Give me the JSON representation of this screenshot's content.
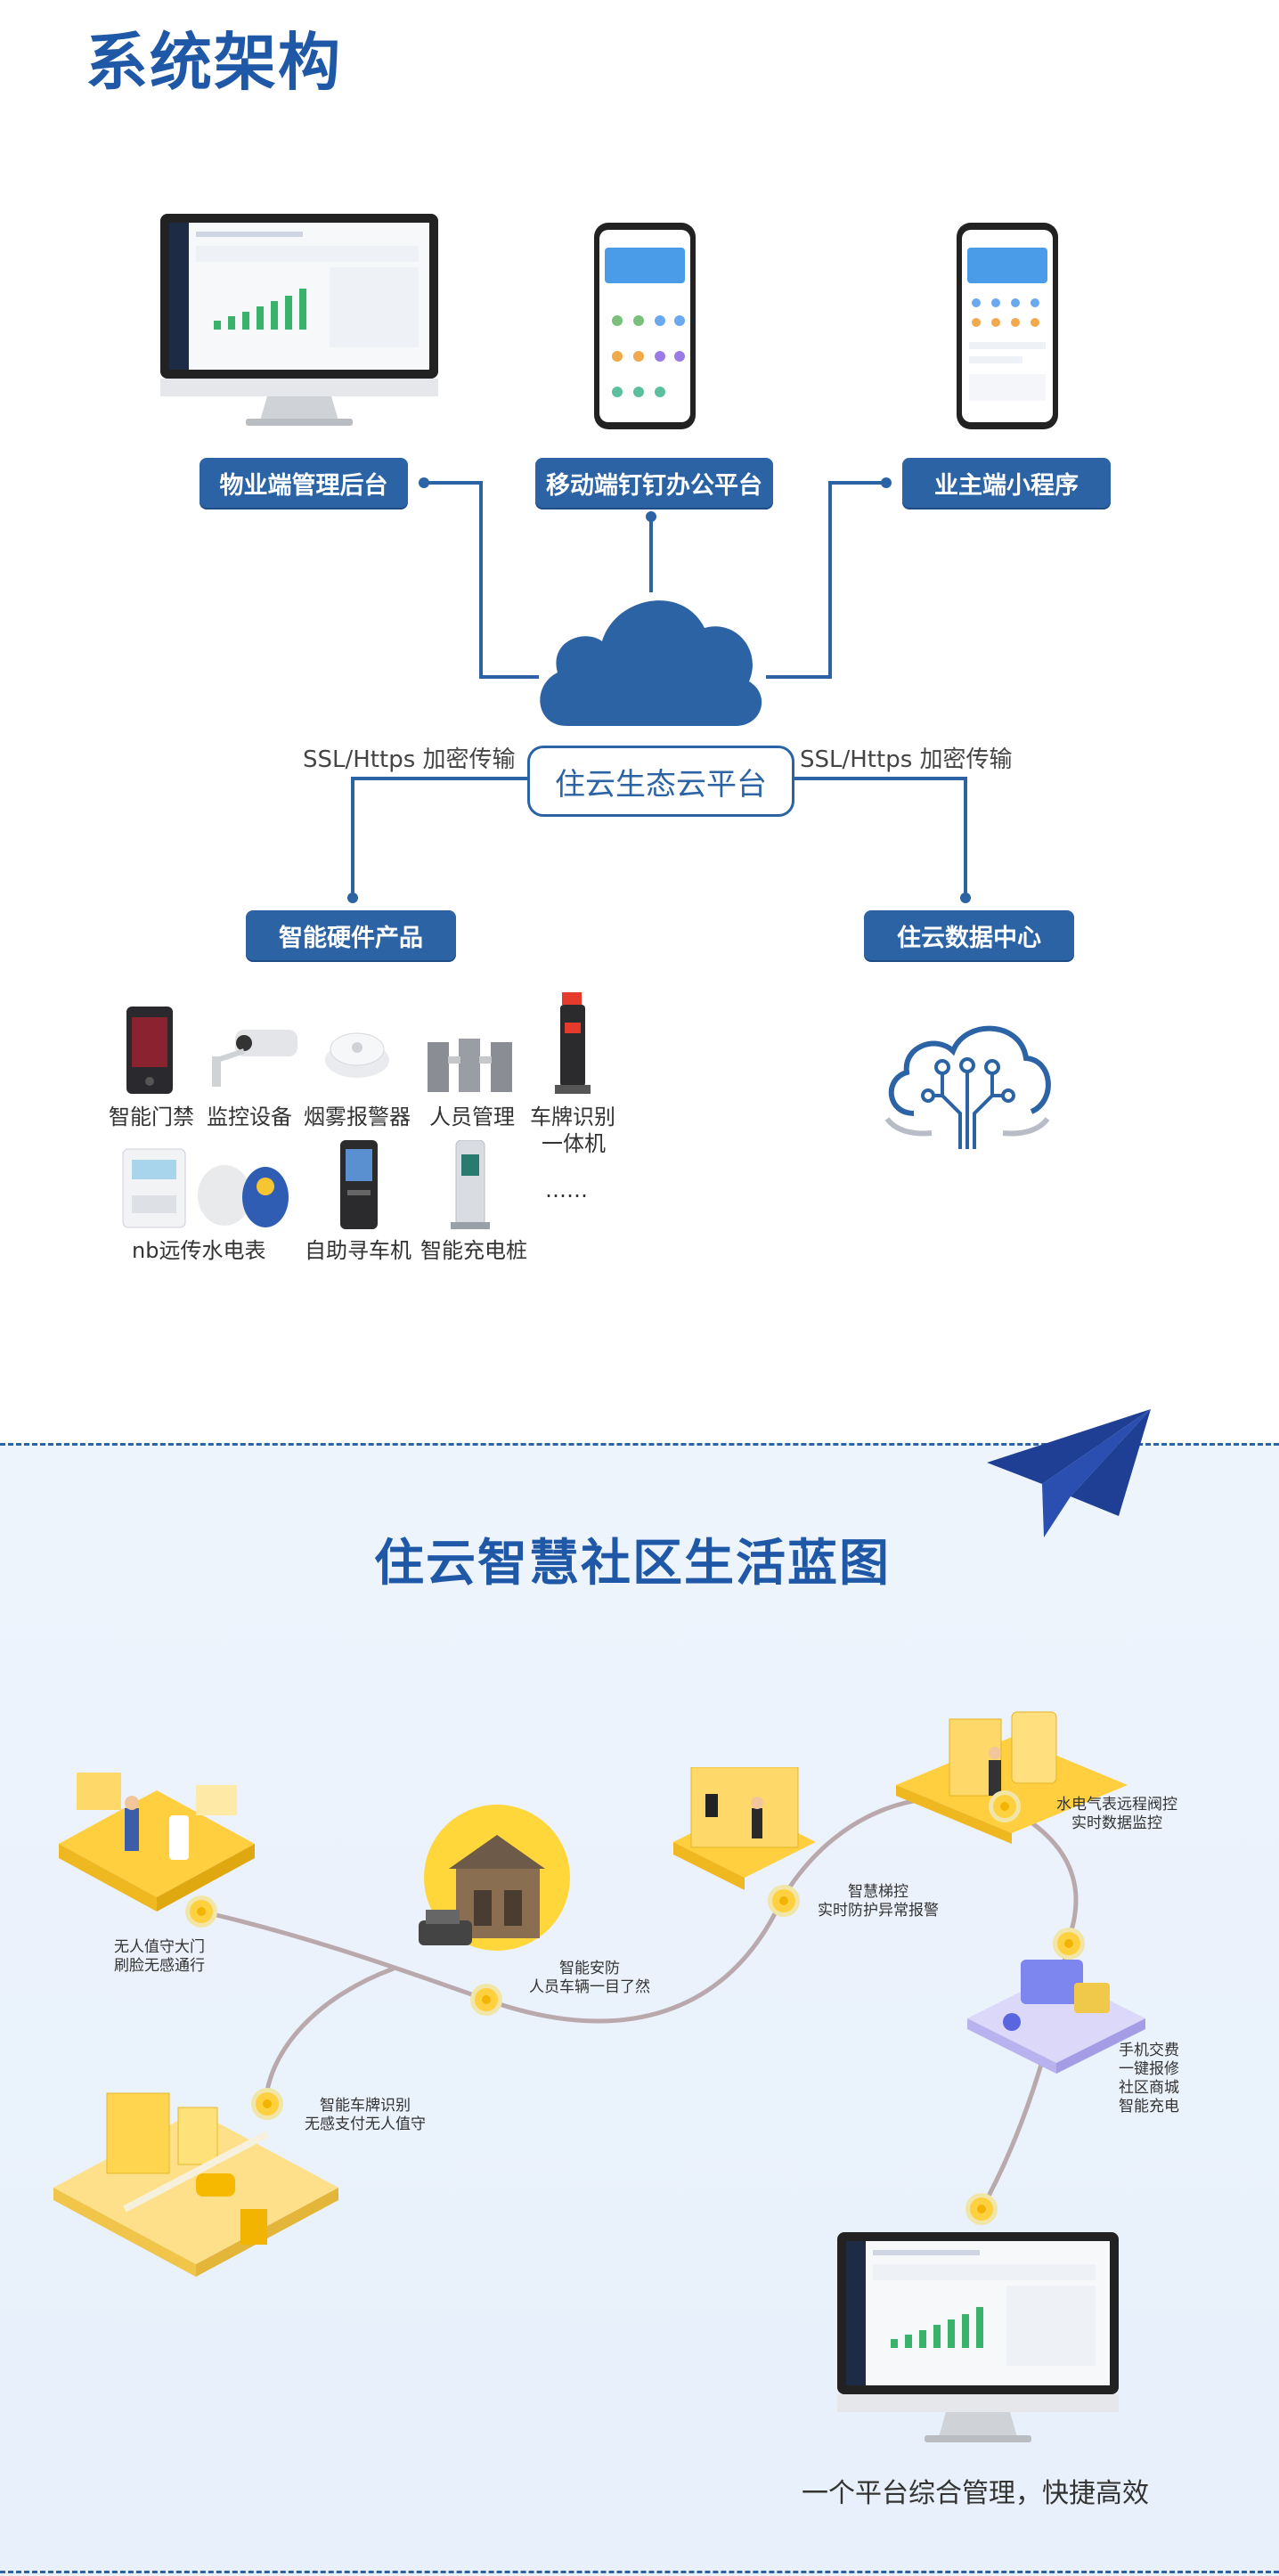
{
  "arch": {
    "title": "系统架构",
    "terminals": {
      "property_admin": "物业端管理后台",
      "dingtalk": "移动端钉钉办公平台",
      "owner_miniapp": "业主端小程序"
    },
    "ssl_left": "SSL/Https 加密传输",
    "ssl_right": "SSL/Https 加密传输",
    "platform": "住云生态云平台",
    "hardware_title": "智能硬件产品",
    "datacenter_title": "住云数据中心",
    "devices": {
      "access": "智能门禁",
      "camera": "监控设备",
      "smoke": "烟雾报警器",
      "staff": "人员管理",
      "plate_line1": "车牌识别",
      "plate_line2": "一体机",
      "meter": "nb远传水电表",
      "kiosk": "自助寻车机",
      "charger": "智能充电桩",
      "more": "……"
    }
  },
  "blueprint": {
    "title": "住云智慧社区生活蓝图",
    "nodes": {
      "gate_1": "无人值守大门",
      "gate_2": "刷脸无感通行",
      "security_1": "智能安防",
      "security_2": "人员车辆一目了然",
      "elevator_1": "智慧梯控",
      "elevator_2": "实时防护异常报警",
      "meter_1": "水电气表远程阀控",
      "meter_2": "实时数据监控",
      "parking_1": "智能车牌识别",
      "parking_2": "无感支付无人值守",
      "services_1": "手机交费",
      "services_2": "一键报修",
      "services_3": "社区商城",
      "services_4": "智能充电"
    },
    "footer": "一个平台综合管理，快捷高效"
  },
  "colors": {
    "primary": "#2c63a4",
    "title_blue": "#1f58a6",
    "accent_yellow": "#ffd040",
    "bg_light": "#eef4fc"
  }
}
